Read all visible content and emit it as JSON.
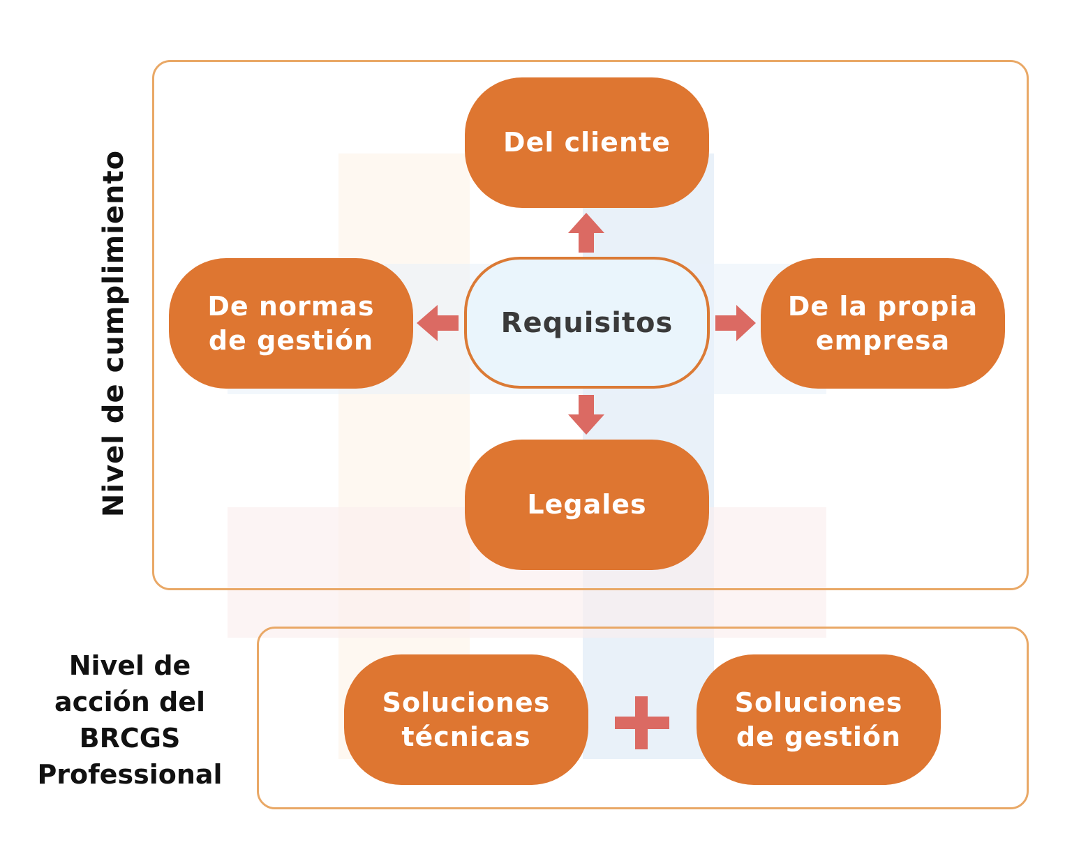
{
  "diagram": {
    "compliance_level_label": "Nivel de cumplimiento",
    "center_label": "Requisitos",
    "requirement_nodes": {
      "top": "Del cliente",
      "left": "De normas\nde gestión",
      "right": "De la propia\nempresa",
      "bottom": "Legales"
    },
    "action_level_label": "Nivel de\nacción del\nBRCGS\nProfessional",
    "solution_nodes": {
      "left": "Soluciones\ntécnicas",
      "right": "Soluciones\nde gestión"
    },
    "colors": {
      "node_fill": "#de7631",
      "frame_border": "#e9a866",
      "arrow": "#db6a63",
      "center_fill": "#eaf5fc",
      "center_border": "#db7a35"
    }
  }
}
